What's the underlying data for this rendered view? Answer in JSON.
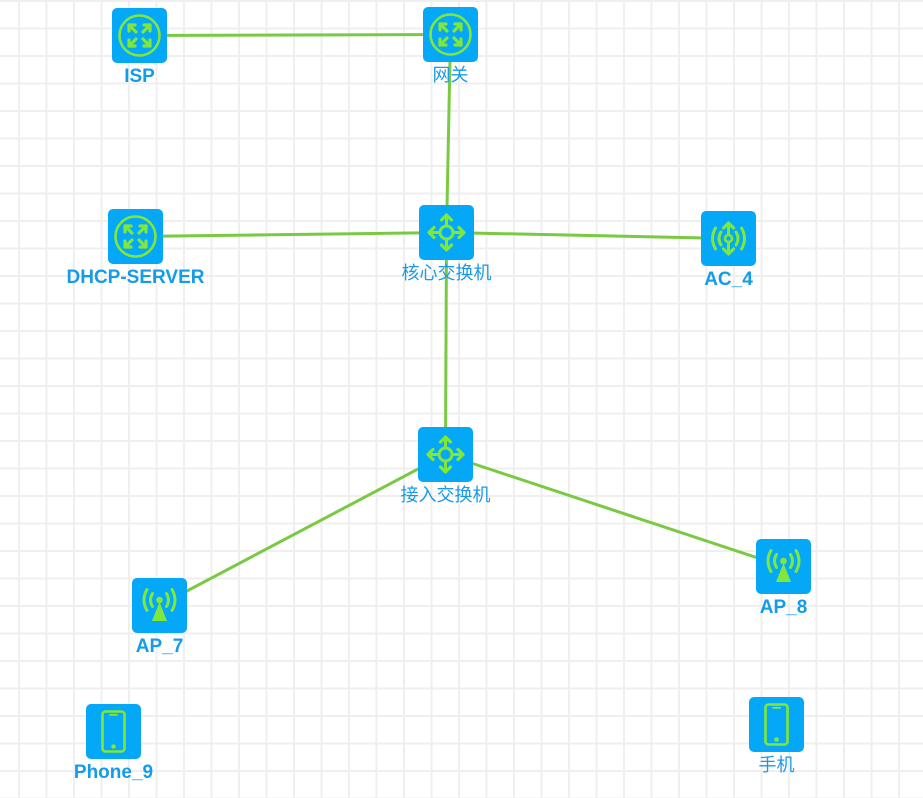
{
  "diagram": {
    "type": "network-topology",
    "colors": {
      "node_fill": "#05a7f7",
      "icon_stroke": "#7fe83a",
      "link": "#7ac943",
      "label": "#149ce8",
      "grid": "#efefef"
    },
    "nodes": [
      {
        "id": "isp",
        "label": "ISP",
        "icon": "router-icon"
      },
      {
        "id": "gateway",
        "label": "网关",
        "icon": "router-icon"
      },
      {
        "id": "dhcp",
        "label": "DHCP-SERVER",
        "icon": "router-icon"
      },
      {
        "id": "core",
        "label": "核心交换机",
        "icon": "switch-icon"
      },
      {
        "id": "ac4",
        "label": "AC_4",
        "icon": "wireless-controller-icon"
      },
      {
        "id": "access",
        "label": "接入交换机",
        "icon": "switch-icon"
      },
      {
        "id": "ap7",
        "label": "AP_7",
        "icon": "access-point-icon"
      },
      {
        "id": "ap8",
        "label": "AP_8",
        "icon": "access-point-icon"
      },
      {
        "id": "phone9",
        "label": "Phone_9",
        "icon": "phone-icon"
      },
      {
        "id": "mobile",
        "label": "手机",
        "icon": "phone-icon"
      }
    ],
    "links": [
      {
        "from": "isp",
        "to": "gateway"
      },
      {
        "from": "gateway",
        "to": "core"
      },
      {
        "from": "dhcp",
        "to": "core"
      },
      {
        "from": "core",
        "to": "ac4"
      },
      {
        "from": "core",
        "to": "access"
      },
      {
        "from": "access",
        "to": "ap7"
      },
      {
        "from": "access",
        "to": "ap8"
      }
    ]
  }
}
